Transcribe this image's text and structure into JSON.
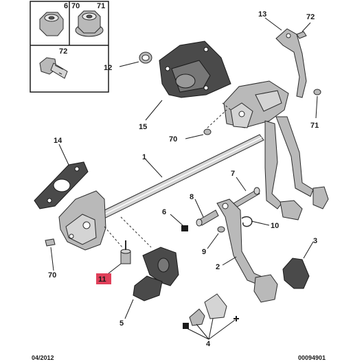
{
  "inset": {
    "labels": [
      "6",
      "70",
      "71",
      "72"
    ]
  },
  "callouts": {
    "c1": "1",
    "c2": "2",
    "c3": "3",
    "c4": "4",
    "c5": "5",
    "c6": "6",
    "c7": "7",
    "c8": "8",
    "c9": "9",
    "c10": "10",
    "c11": "11",
    "c12": "12",
    "c13": "13",
    "c14": "14",
    "c15": "15",
    "c70a": "70",
    "c70b": "70",
    "c71": "71",
    "c72": "72"
  },
  "footer": {
    "date": "04/2012",
    "ref": "00094901"
  },
  "colors": {
    "highlight": "#e0405a",
    "part": "#b9b9b9",
    "outline": "#2a2a2a"
  }
}
